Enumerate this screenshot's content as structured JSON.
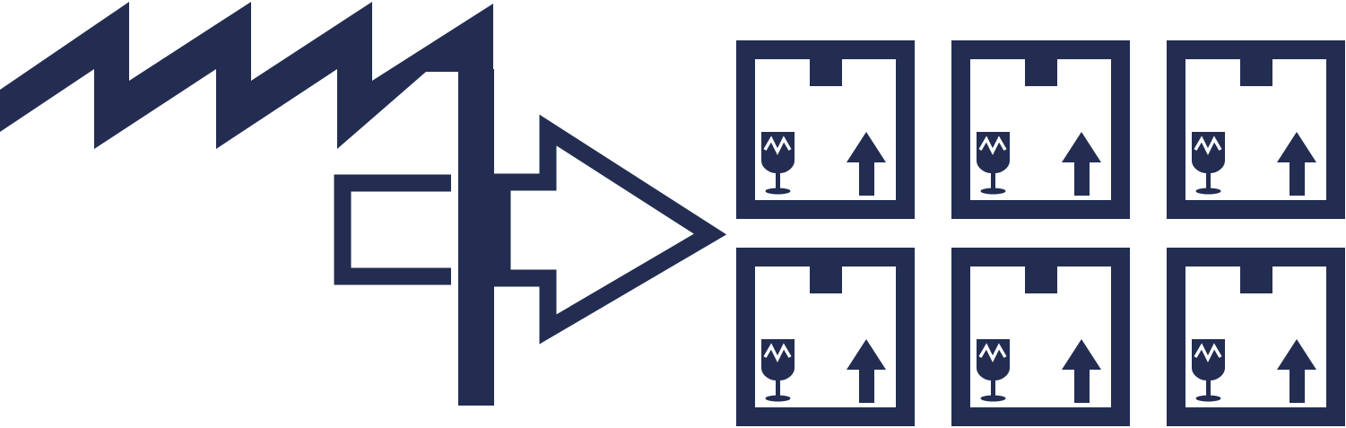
{
  "colors": {
    "ink": "#222d51",
    "background": "#ffffff"
  },
  "factory": {
    "icon": "factory-icon"
  },
  "arrow": {
    "icon": "outline-arrow-right-icon",
    "direction": "right"
  },
  "boxes": {
    "rows": 2,
    "columns": 3,
    "icon": "shipping-box-icon",
    "markings": [
      "fragile-glass-icon",
      "this-side-up-arrow-icon"
    ]
  }
}
